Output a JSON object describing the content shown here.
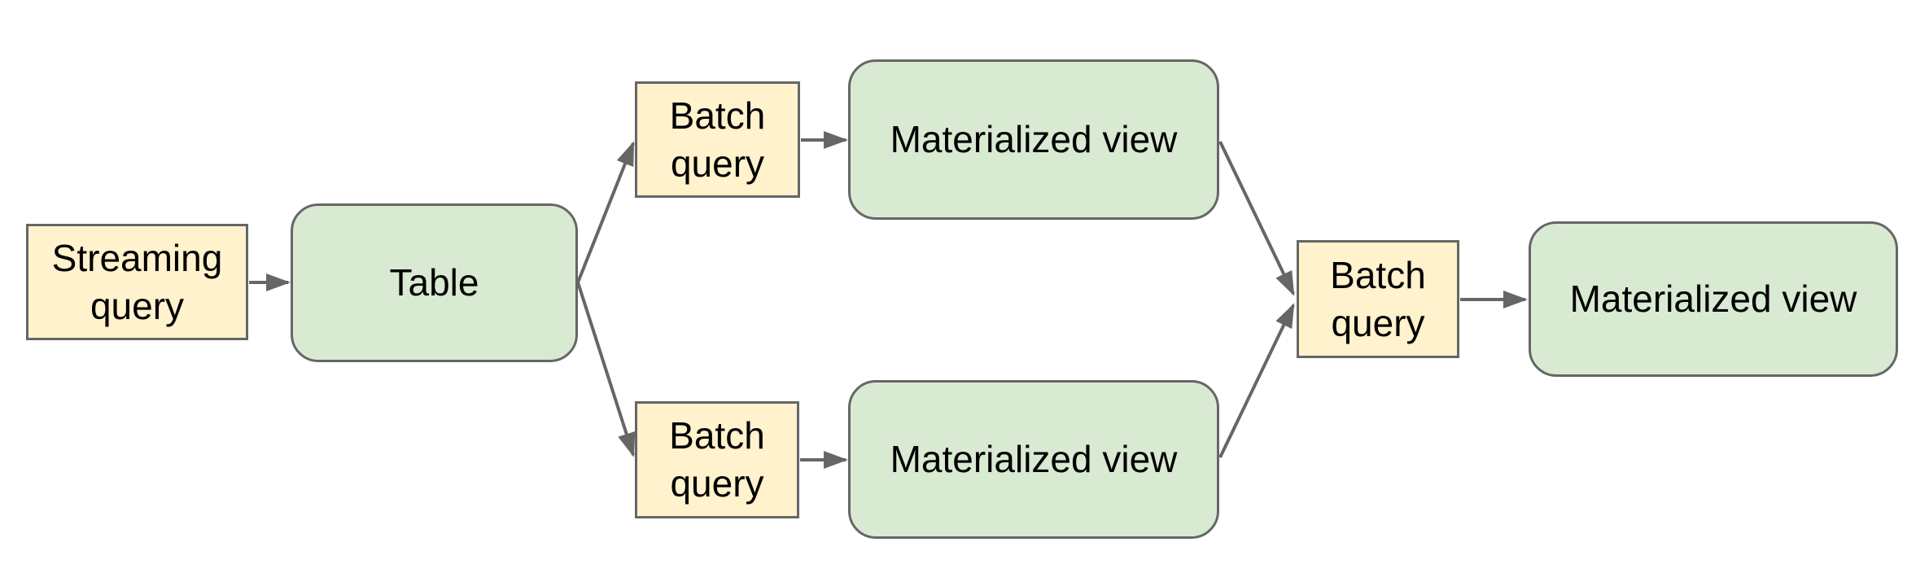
{
  "palette": {
    "background": "#ffffff",
    "query_fill": "#FFF2CC",
    "store_fill": "#D9EAD3",
    "stroke": "#666666",
    "text": "#000000"
  },
  "diagram": {
    "nodes": [
      {
        "id": "streaming-query",
        "label": "Streaming query",
        "kind": "query"
      },
      {
        "id": "table",
        "label": "Table",
        "kind": "store"
      },
      {
        "id": "batch-query-top",
        "label": "Batch query",
        "kind": "query"
      },
      {
        "id": "materialized-view-top",
        "label": "Materialized view",
        "kind": "store"
      },
      {
        "id": "batch-query-bottom",
        "label": "Batch query",
        "kind": "query"
      },
      {
        "id": "materialized-view-bottom",
        "label": "Materialized view",
        "kind": "store"
      },
      {
        "id": "batch-query-merge",
        "label": "Batch query",
        "kind": "query"
      },
      {
        "id": "materialized-view-final",
        "label": "Materialized view",
        "kind": "store"
      }
    ],
    "edges": [
      {
        "from": "streaming-query",
        "to": "table"
      },
      {
        "from": "table",
        "to": "batch-query-top"
      },
      {
        "from": "table",
        "to": "batch-query-bottom"
      },
      {
        "from": "batch-query-top",
        "to": "materialized-view-top"
      },
      {
        "from": "batch-query-bottom",
        "to": "materialized-view-bottom"
      },
      {
        "from": "materialized-view-top",
        "to": "batch-query-merge"
      },
      {
        "from": "materialized-view-bottom",
        "to": "batch-query-merge"
      },
      {
        "from": "batch-query-merge",
        "to": "materialized-view-final"
      }
    ]
  }
}
